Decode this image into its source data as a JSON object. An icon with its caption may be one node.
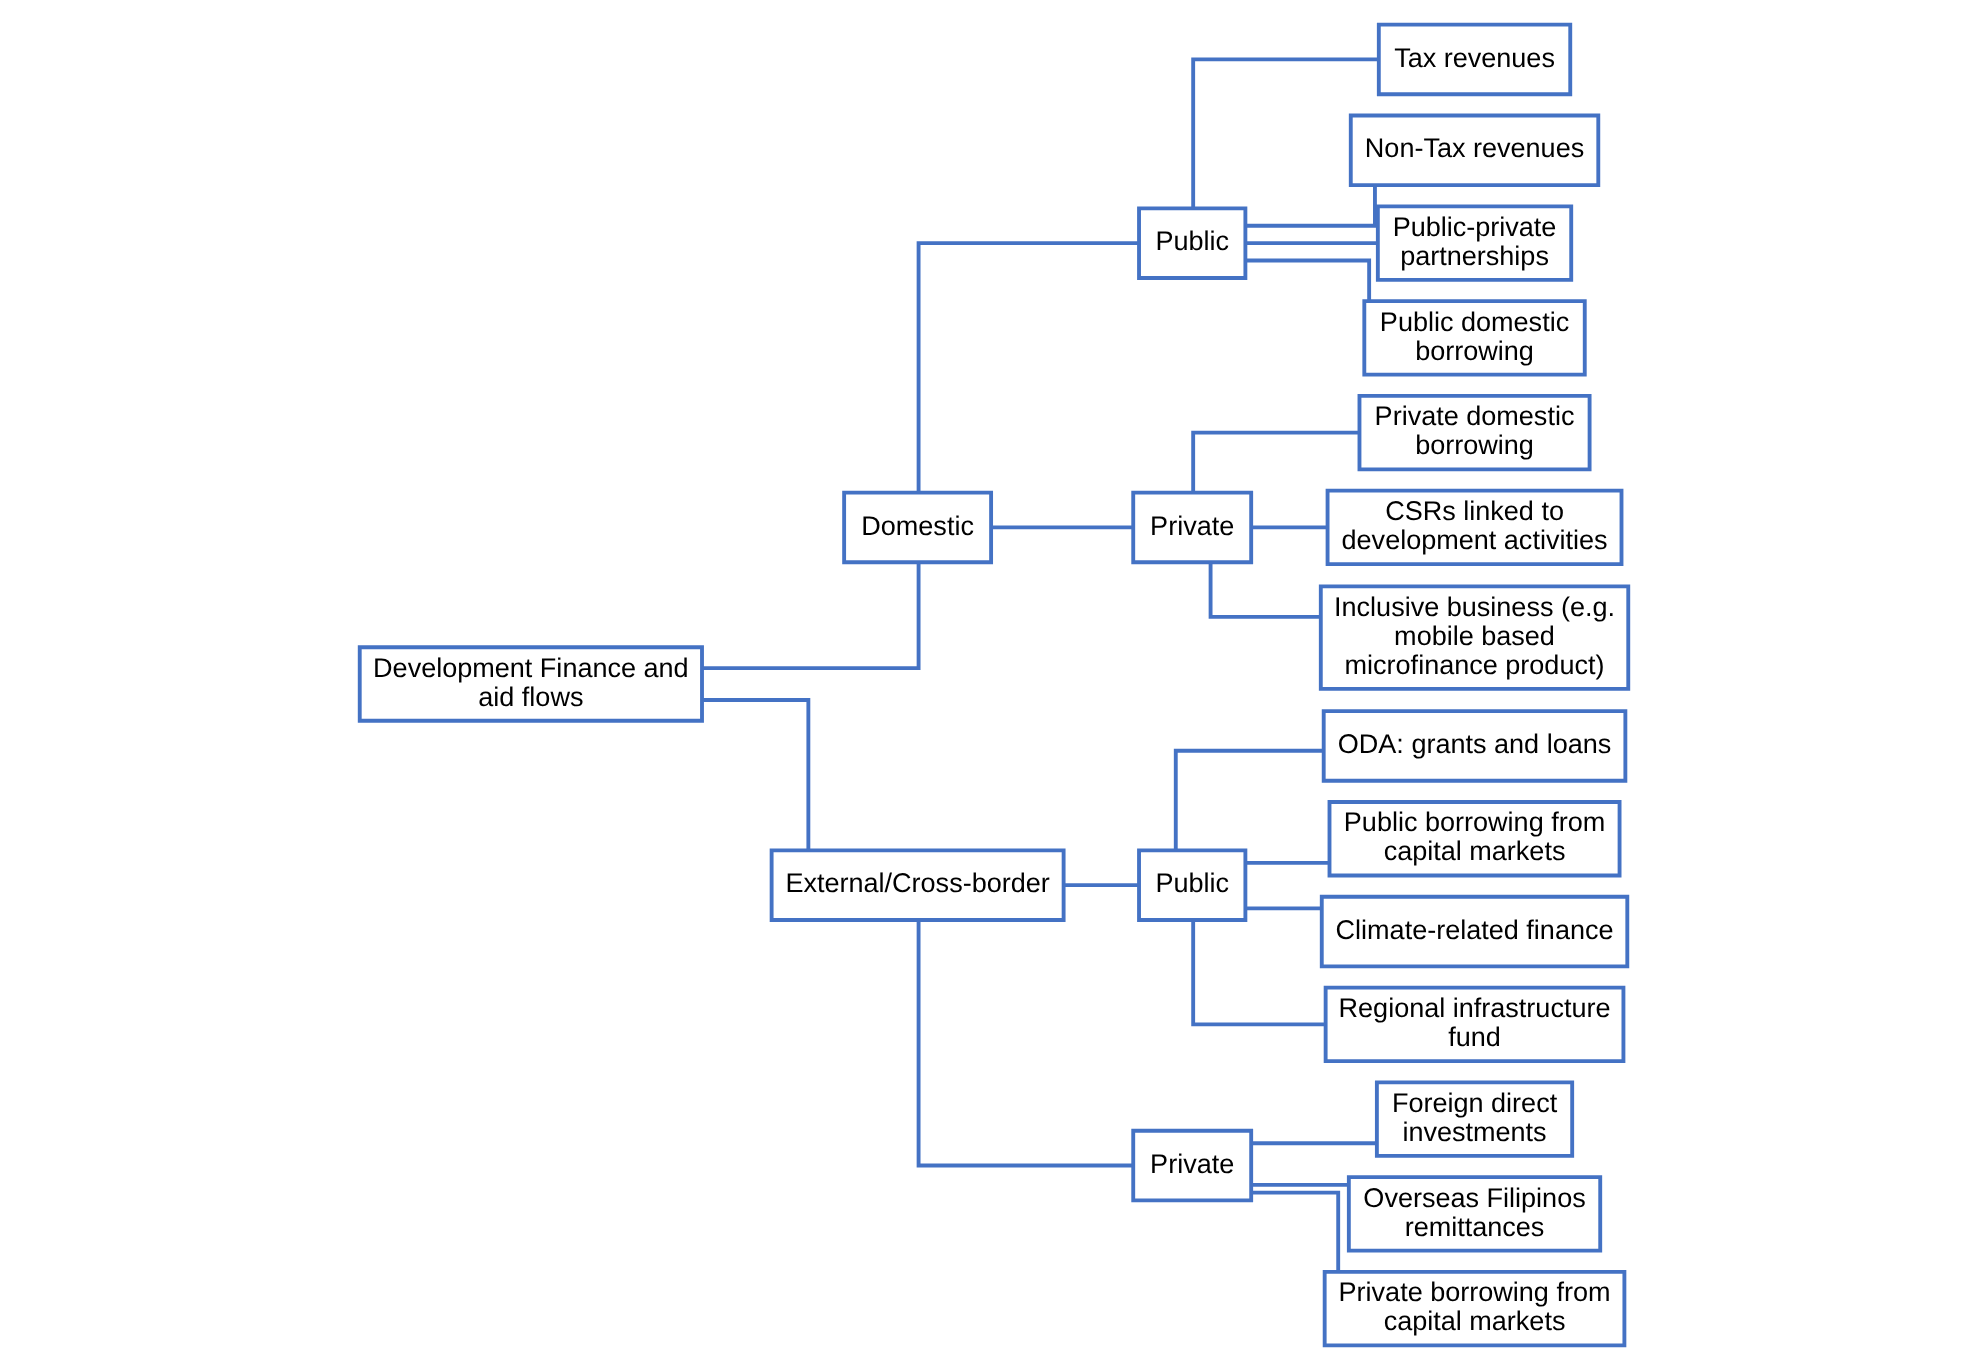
{
  "diagram": {
    "nodes": [
      {
        "text": [
          "Development Finance and aid flows"
        ]
      },
      {
        "text": [
          "Domestic"
        ]
      },
      {
        "text": [
          "External/Cross-border"
        ]
      },
      {
        "text": [
          "Public"
        ]
      },
      {
        "text": [
          "Private"
        ]
      },
      {
        "text": [
          "Tax revenues"
        ]
      },
      {
        "text": [
          "Non-Tax revenues"
        ]
      },
      {
        "text": [
          "Public-private partnerships"
        ]
      },
      {
        "text": [
          "Public domestic borrowing"
        ]
      },
      {
        "text": [
          "Private domestic borrowing"
        ]
      },
      {
        "text": [
          "CSRs linked to development activities"
        ]
      },
      {
        "text": [
          "Inclusive business (e.g. mobile based microfinance product)"
        ]
      },
      {
        "text": [
          "Public"
        ]
      },
      {
        "text": [
          "Private"
        ]
      },
      {
        "text": [
          "ODA: grants and loans"
        ]
      },
      {
        "text": [
          "Public borrowing from capital markets"
        ]
      },
      {
        "text": [
          "Climate-related finance"
        ]
      },
      {
        "text": [
          "Regional infrastructure fund"
        ]
      },
      {
        "text": [
          "Foreign direct investments"
        ]
      },
      {
        "text": [
          "Overseas Filipinos remittances"
        ]
      },
      {
        "text": [
          "Private borrowing from capital markets"
        ]
      }
    ],
    "edges": [
      {
        "from": 0,
        "to": 1,
        "arrow": "none"
      },
      {
        "from": 0,
        "to": 2,
        "arrow": "none"
      },
      {
        "from": 1,
        "to": 3,
        "arrow": "none"
      },
      {
        "from": 1,
        "to": 4,
        "arrow": "none"
      },
      {
        "from": 3,
        "to": 5,
        "arrow": "none"
      },
      {
        "from": 3,
        "to": 6,
        "arrow": "none"
      },
      {
        "from": 3,
        "to": 7,
        "arrow": "none"
      },
      {
        "from": 3,
        "to": 8,
        "arrow": "none"
      },
      {
        "from": 4,
        "to": 9,
        "arrow": "none"
      },
      {
        "from": 4,
        "to": 10,
        "arrow": "none"
      },
      {
        "from": 4,
        "to": 11,
        "arrow": "none"
      },
      {
        "from": 2,
        "to": 12,
        "arrow": "none"
      },
      {
        "from": 2,
        "to": 13,
        "arrow": "none"
      },
      {
        "from": 12,
        "to": 14,
        "arrow": "none"
      },
      {
        "from": 12,
        "to": 15,
        "arrow": "none"
      },
      {
        "from": 12,
        "to": 16,
        "arrow": "none"
      },
      {
        "from": 12,
        "to": 17,
        "arrow": "none"
      },
      {
        "from": 13,
        "to": 18,
        "arrow": "none"
      },
      {
        "from": 13,
        "to": 19,
        "arrow": "none"
      },
      {
        "from": 13,
        "to": 20,
        "arrow": "none"
      }
    ]
  }
}
